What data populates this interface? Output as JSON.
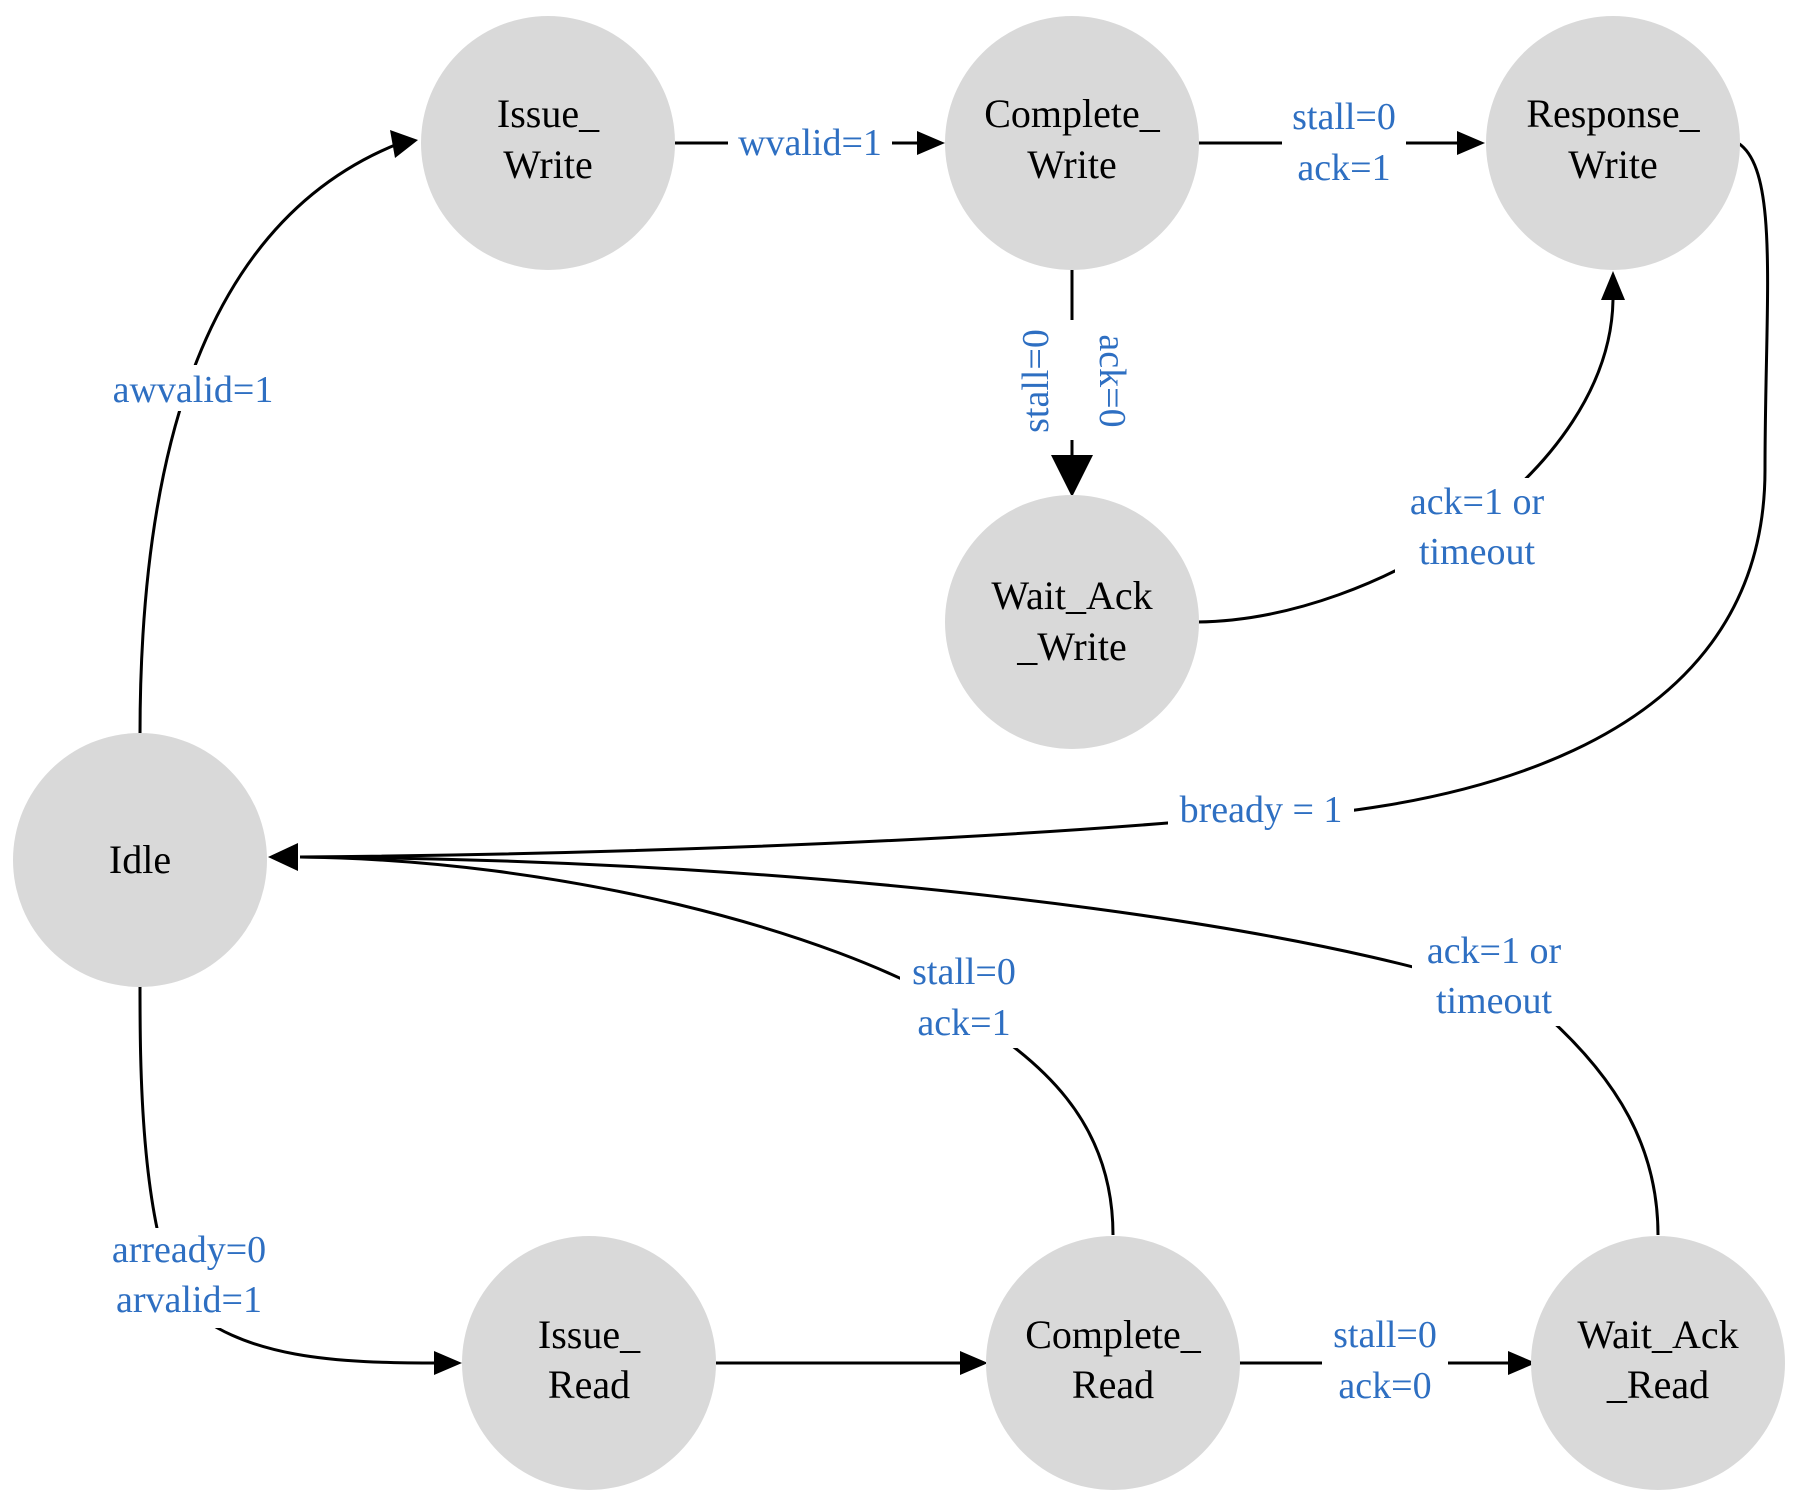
{
  "states": {
    "issue_write": [
      "Issue_",
      "Write"
    ],
    "complete_write": [
      "Complete_",
      "Write"
    ],
    "response_write": [
      "Response_",
      "Write"
    ],
    "wait_ack_write": [
      "Wait_Ack",
      "_Write"
    ],
    "idle": [
      "Idle"
    ],
    "issue_read": [
      "Issue_",
      "Read"
    ],
    "complete_read": [
      "Complete_",
      "Read"
    ],
    "wait_ack_read": [
      "Wait_Ack",
      "_Read"
    ]
  },
  "transitions": {
    "idle_to_issue_write": [
      "awvalid=1"
    ],
    "issue_write_to_complete_write": [
      "wvalid=1"
    ],
    "complete_write_to_response_write": [
      "stall=0",
      "ack=1"
    ],
    "complete_write_to_wait_ack_write": [
      "stall=0",
      "ack=0"
    ],
    "wait_ack_write_to_response_write": [
      "ack=1 or",
      "timeout"
    ],
    "response_write_to_idle": [
      "bready = 1"
    ],
    "complete_read_to_idle": [
      "stall=0",
      "ack=1"
    ],
    "wait_ack_read_to_idle": [
      "ack=1 or",
      "timeout"
    ],
    "idle_to_issue_read": [
      "arready=0",
      "arvalid=1"
    ],
    "complete_read_to_wait_ack_read": [
      "stall=0",
      "ack=0"
    ]
  },
  "colors": {
    "state_fill": "#d9d9d9",
    "edge": "#000000",
    "label_text": "#2e6fc2"
  }
}
